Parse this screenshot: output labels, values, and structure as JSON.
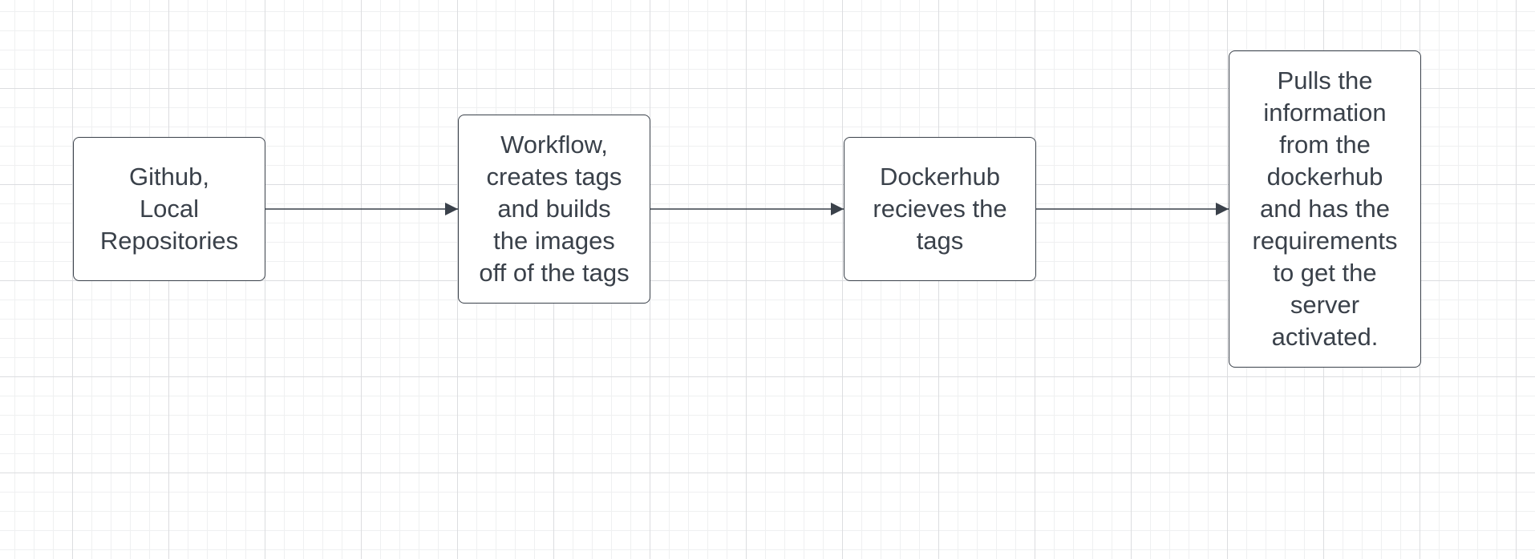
{
  "diagram": {
    "nodes": [
      {
        "id": "github",
        "label": "Github,\nLocal\nRepositories"
      },
      {
        "id": "workflow",
        "label": "Workflow,\ncreates tags\nand builds\nthe images\noff of the tags"
      },
      {
        "id": "dockerhub",
        "label": "Dockerhub\nrecieves the\ntags"
      },
      {
        "id": "server",
        "label": "Pulls the\ninformation\nfrom the\ndockerhub\nand has the\nrequirements\nto get the\nserver\nactivated."
      }
    ],
    "edges": [
      {
        "from": "github",
        "to": "workflow"
      },
      {
        "from": "workflow",
        "to": "dockerhub"
      },
      {
        "from": "dockerhub",
        "to": "server"
      }
    ],
    "colors": {
      "stroke": "#3a414a",
      "text": "#3a414a",
      "node_fill": "#ffffff",
      "grid_major": "#dcdde0",
      "grid_minor": "#eff0f1"
    }
  }
}
